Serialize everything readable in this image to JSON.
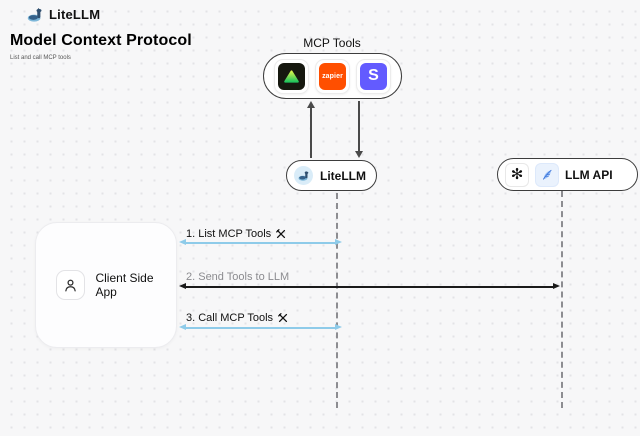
{
  "header": {
    "brand": "LiteLLM",
    "title": "Model Context Protocol",
    "subtitle": "List and call MCP tools"
  },
  "diagram": {
    "mcp_tools": {
      "label": "MCP Tools",
      "tools": [
        {
          "name": "green-triangle-tool",
          "label": ""
        },
        {
          "name": "zapier",
          "label": "zapier",
          "color": "#ff4f00"
        },
        {
          "name": "stripe",
          "label": "S",
          "color": "#635bff"
        }
      ]
    },
    "nodes": {
      "litellm": {
        "label": "LiteLLM"
      },
      "llm_api": {
        "label": "LLM API"
      },
      "client": {
        "label": "Client Side App"
      }
    },
    "sequence": [
      {
        "label": "1. List MCP Tools",
        "has_tool_icon": true,
        "arrow_color": "#8ecbe9",
        "from": "Client Side App",
        "to": "LiteLLM"
      },
      {
        "label": "2. Send Tools to LLM",
        "has_tool_icon": false,
        "arrow_color": "#1a1a1a",
        "from": "Client Side App",
        "to": "LLM API"
      },
      {
        "label": "3. Call MCP Tools",
        "has_tool_icon": true,
        "arrow_color": "#8ecbe9",
        "from": "Client Side App",
        "to": "LiteLLM"
      }
    ]
  },
  "colors": {
    "background": "#f7f7f8",
    "arrow_blue": "#8ecbe9",
    "arrow_black": "#1a1a1a",
    "zapier_orange": "#ff4f00",
    "stripe_purple": "#635bff",
    "triangle_green": "#3ecf3e"
  }
}
